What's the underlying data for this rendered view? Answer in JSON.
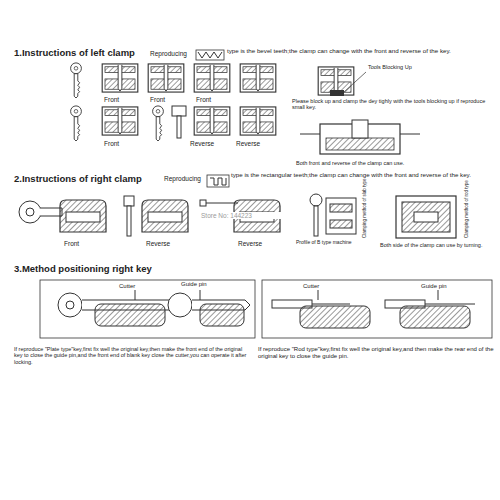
{
  "diagram": {
    "labels": [
      "1.Instructions of left clamp",
      "Reproducing",
      "type is the bevel teeth;the clamp can change with the front and reverse of the key.",
      "Front",
      "Front",
      "Front",
      "Front",
      "Reverse",
      "Reverse",
      "Tools Blocking Up",
      "Please block up and clamp the dey tighly with the tools blocking up if reproduce small key.",
      "Both front and reverse of the clamp can use.",
      "2.Instructions of right clamp",
      "Reproducing",
      "type is the rectangular teeth;the clamp can change with the front and reverse of the key.",
      "Front",
      "Reverse",
      "Reverse",
      "Store No: 144223",
      "Profile of B type machine",
      "Clamping method of slab type",
      "Both side of the clamp can use by turning.",
      "Clamping method of rod type",
      "3.Method positioning right key",
      "Cutter",
      "Guide pin",
      "Cutter",
      "Guide pin",
      "If reproduce \"Plate type\"key,first fix well the original key,then make the front end of the original key to close the guide pin,and the front end of blank key close the cutter,you can operate it after locking.",
      "If reproduce \"Rod type\"key,first fix well the original key,and then make the rear end of the original key to close the guide pin."
    ]
  }
}
